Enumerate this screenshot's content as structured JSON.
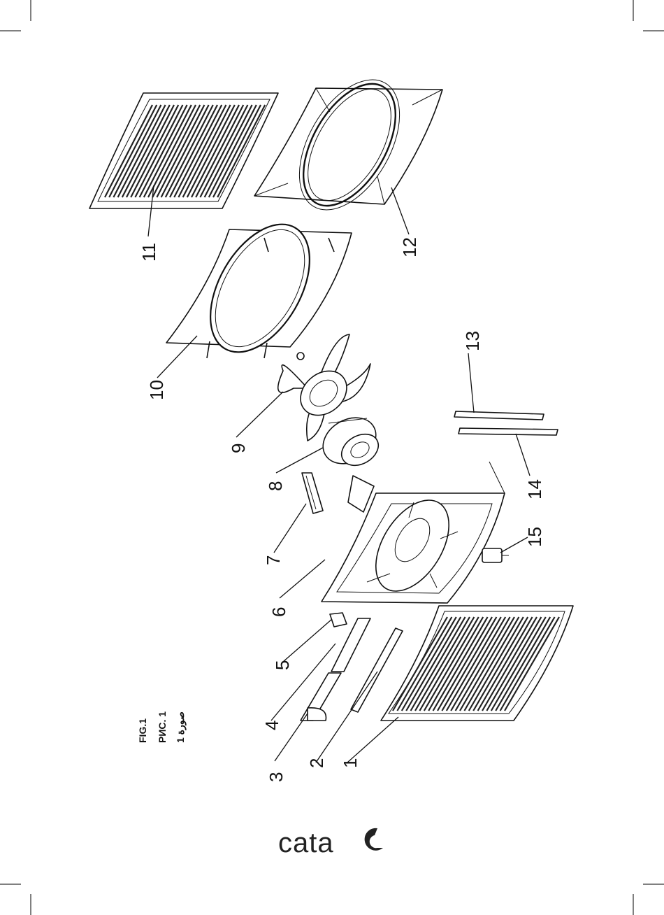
{
  "figure_labels": [
    "FIG.1",
    "РИС. 1",
    "صورة 1"
  ],
  "brand": {
    "name": "cata"
  },
  "callouts": [
    "1",
    "2",
    "3",
    "4",
    "5",
    "6",
    "7",
    "8",
    "9",
    "10",
    "11",
    "12",
    "13",
    "14",
    "15"
  ],
  "colors": {
    "ink": "#111111",
    "paper": "#ffffff"
  }
}
